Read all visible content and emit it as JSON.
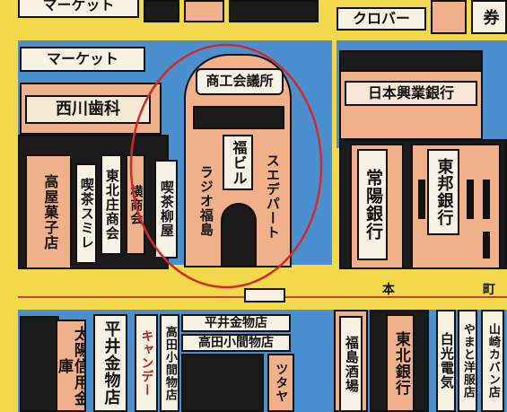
{
  "map": {
    "top_row": {
      "market_top": "マーケット",
      "clover": "クロバー",
      "ken": "券"
    },
    "left_block": {
      "market": "マーケット",
      "nishikawa": "西川歯科",
      "takaya": "高屋菓子店",
      "kissa_sumire": "喫茶スミレ",
      "tohoku": "東北庄商会",
      "yokoso": "横商会",
      "kissa_yanagiya": "喫茶柳屋"
    },
    "center_building": {
      "top_sign": "商工会議所",
      "fukubiru": "福ビル",
      "radio": "ラジオ福島",
      "department": "スエデパート"
    },
    "right_block": {
      "nihon_kogyo_ginko": "日本興業銀行",
      "joyo_ginko": "常陽銀行",
      "toho_ginko": "東邦銀行"
    },
    "street": {
      "box_label": "",
      "hon": "本",
      "cho": "町"
    },
    "bottom_row": {
      "taiyo_shinyo": "太陽信用金庫",
      "hirai_kanamono_v": "平井金物店",
      "hirai_kanamono_h": "平井金物店",
      "takada_komono_h": "高田小間物店",
      "takada_komono_v": "高田小間物店",
      "candy": "キャンデー",
      "tsutaya": "ツタヤ",
      "fukushima_sakaba": "福島酒場",
      "tohoku_ginko": "東北銀行",
      "hakko_denki": "白光電気",
      "yamato_yofukuten": "やまと洋服店",
      "yamazaki_kaban": "山崎カバン店"
    }
  }
}
